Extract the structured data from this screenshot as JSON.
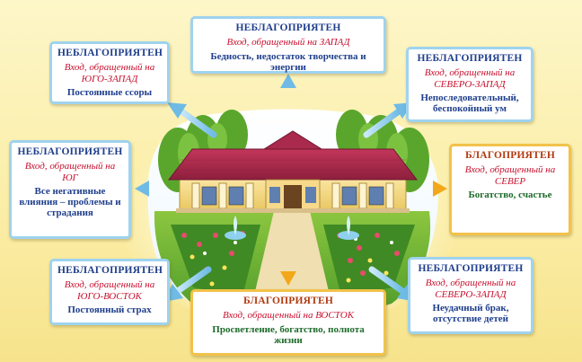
{
  "colors": {
    "unfavorable_border": "#9fd3ee",
    "favorable_border": "#f2c24a",
    "unfavorable_title": "#1f3f8c",
    "favorable_title": "#b23a10",
    "entry_text": "#c8102e",
    "favorable_effect": "#1d6b2a",
    "unfavorable_arrow": "#7fc4ea",
    "favorable_arrow": "#f2b21c"
  },
  "boxes": {
    "west": {
      "status": "НЕБЛАГОПРИЯТЕН",
      "entry": "Вход, обращенный на ЗАПАД",
      "effect": "Бедность, недостаток творчества и энергии"
    },
    "southwest": {
      "status": "НЕБЛАГОПРИЯТЕН",
      "entry": "Вход, обращенный на ЮГО-ЗАПАД",
      "effect": "Постоянные ссоры"
    },
    "northwest": {
      "status": "НЕБЛАГОПРИЯТЕН",
      "entry": "Вход, обращенный на СЕВЕРО-ЗАПАД",
      "effect": "Непоследовательный, беспокойный ум"
    },
    "south": {
      "status": "НЕБЛАГОПРИЯТЕН",
      "entry": "Вход, обращенный на ЮГ",
      "effect": "Все негативные влияния – проблемы и страдания"
    },
    "north": {
      "status": "БЛАГОПРИЯТЕН",
      "entry": "Вход, обращенный на СЕВЕР",
      "effect": "Богатство, счастье"
    },
    "southeast": {
      "status": "НЕБЛАГОПРИЯТЕН",
      "entry": "Вход, обращенный на ЮГО-ВОСТОК",
      "effect": "Постоянный страх"
    },
    "east": {
      "status": "БЛАГОПРИЯТЕН",
      "entry": "Вход, обращенный на ВОСТОК",
      "effect": "Просветление, богатство, полнота жизни"
    },
    "northwest2": {
      "status": "НЕБЛАГОПРИЯТЕН",
      "entry": "Вход, обращенный на СЕВЕРО-ЗАПАД",
      "effect": "Неудачный брак, отсутствие детей"
    }
  }
}
